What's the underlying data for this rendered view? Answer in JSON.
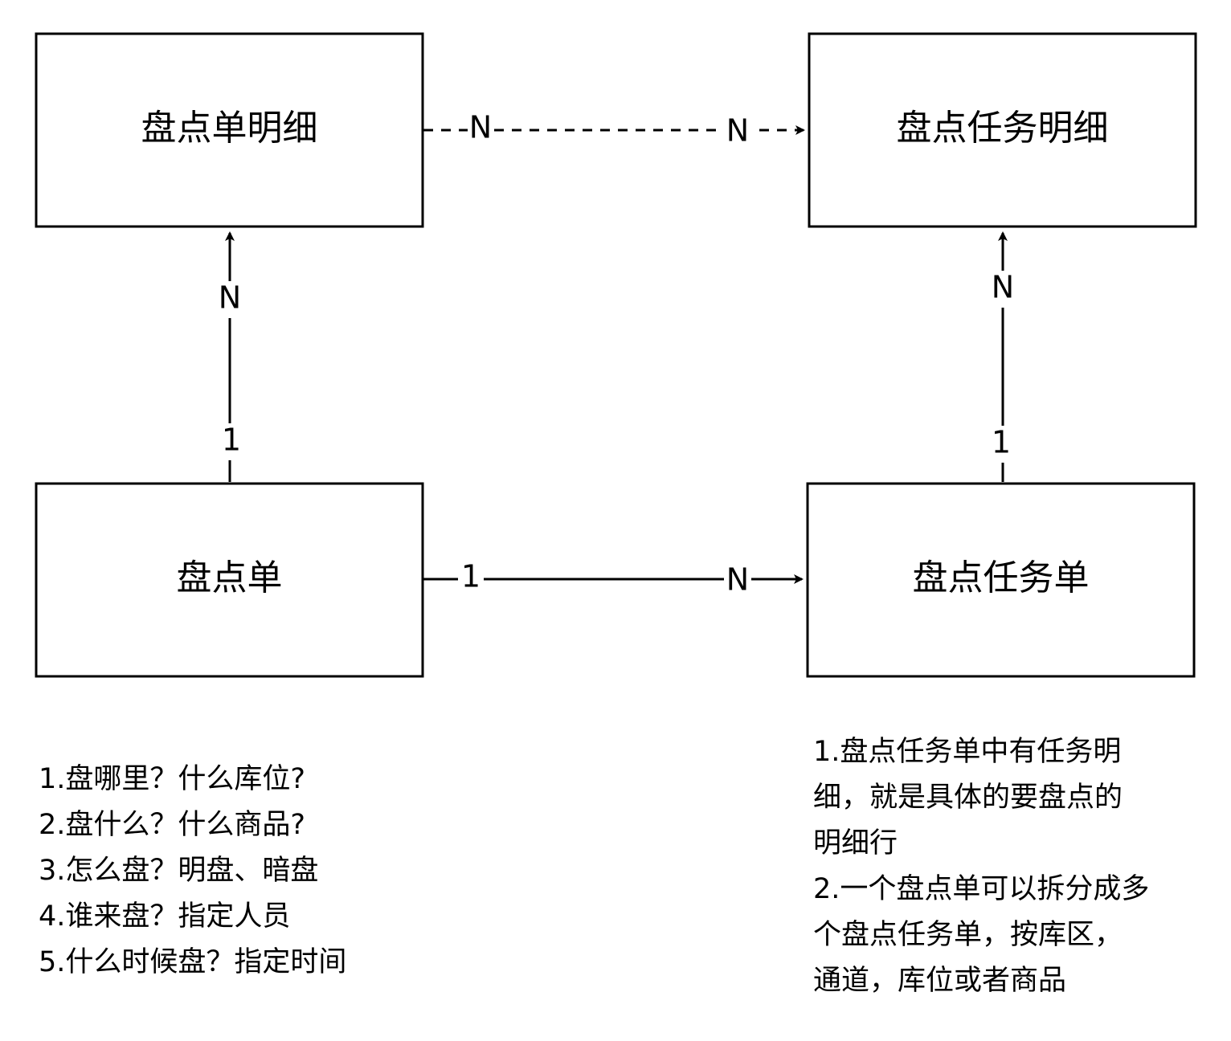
{
  "entities": {
    "order_detail": "盘点单明细",
    "task_detail": "盘点任务明细",
    "order": "盘点单",
    "task_order": "盘点任务单"
  },
  "relations": [
    {
      "from": "盘点单明细",
      "to": "盘点任务明细",
      "from_card": "N",
      "to_card": "N",
      "style": "dashed"
    },
    {
      "from": "盘点单",
      "to": "盘点单明细",
      "from_card": "1",
      "to_card": "N",
      "style": "solid"
    },
    {
      "from": "盘点任务单",
      "to": "盘点任务明细",
      "from_card": "1",
      "to_card": "N",
      "style": "solid"
    },
    {
      "from": "盘点单",
      "to": "盘点任务单",
      "from_card": "1",
      "to_card": "N",
      "style": "solid"
    }
  ],
  "notes_left": [
    "1.盘哪里？什么库位?",
    "2.盘什么？什么商品?",
    "3.怎么盘？明盘、暗盘",
    "4.谁来盘？指定人员",
    "5.什么时候盘？指定时间"
  ],
  "notes_right": [
    "1.盘点任务单中有任务明",
    "细，就是具体的要盘点的",
    "明细行",
    "2.一个盘点单可以拆分成多",
    "个盘点任务单，按库区，",
    "通道，库位或者商品"
  ]
}
